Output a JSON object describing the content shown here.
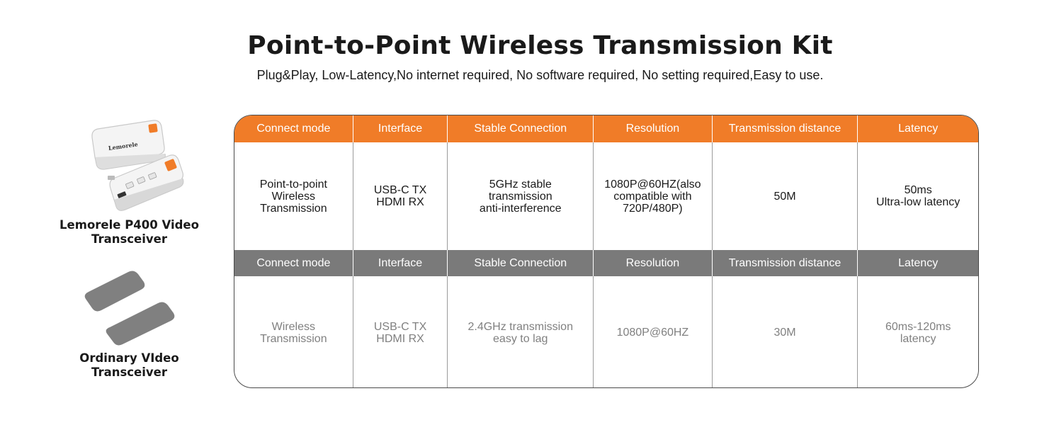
{
  "header": {
    "title": "Point-to-Point Wireless Transmission Kit",
    "subtitle": "Plug&Play, Low-Latency,No internet required, No software required, No setting required,Easy to use."
  },
  "products": {
    "premium": {
      "name": "Lemorele P400 Video Transceiver",
      "logo_text": "Lemorele"
    },
    "ordinary": {
      "name": "Ordinary VIdeo Transceiver"
    }
  },
  "table": {
    "columns": [
      "Connect mode",
      "Interface",
      "Stable Connection",
      "Resolution",
      "Transmission distance",
      "Latency"
    ],
    "premium_row": [
      "Point-to-point\nWireless\nTransmission",
      "USB-C TX\nHDMI RX",
      "5GHz stable\ntransmission\nanti-interference",
      "1080P@60HZ(also\ncompatible with\n720P/480P)",
      "50M",
      "50ms\nUltra-low latency"
    ],
    "ordinary_row": [
      "Wireless\nTransmission",
      "USB-C TX\nHDMI RX",
      "2.4GHz transmission\neasy to lag",
      "1080P@60HZ",
      "30M",
      "60ms-120ms\nlatency"
    ]
  },
  "colors": {
    "accent": "#f07c28",
    "gray_header": "#7a7a7a",
    "ordinary_text": "#808080"
  }
}
